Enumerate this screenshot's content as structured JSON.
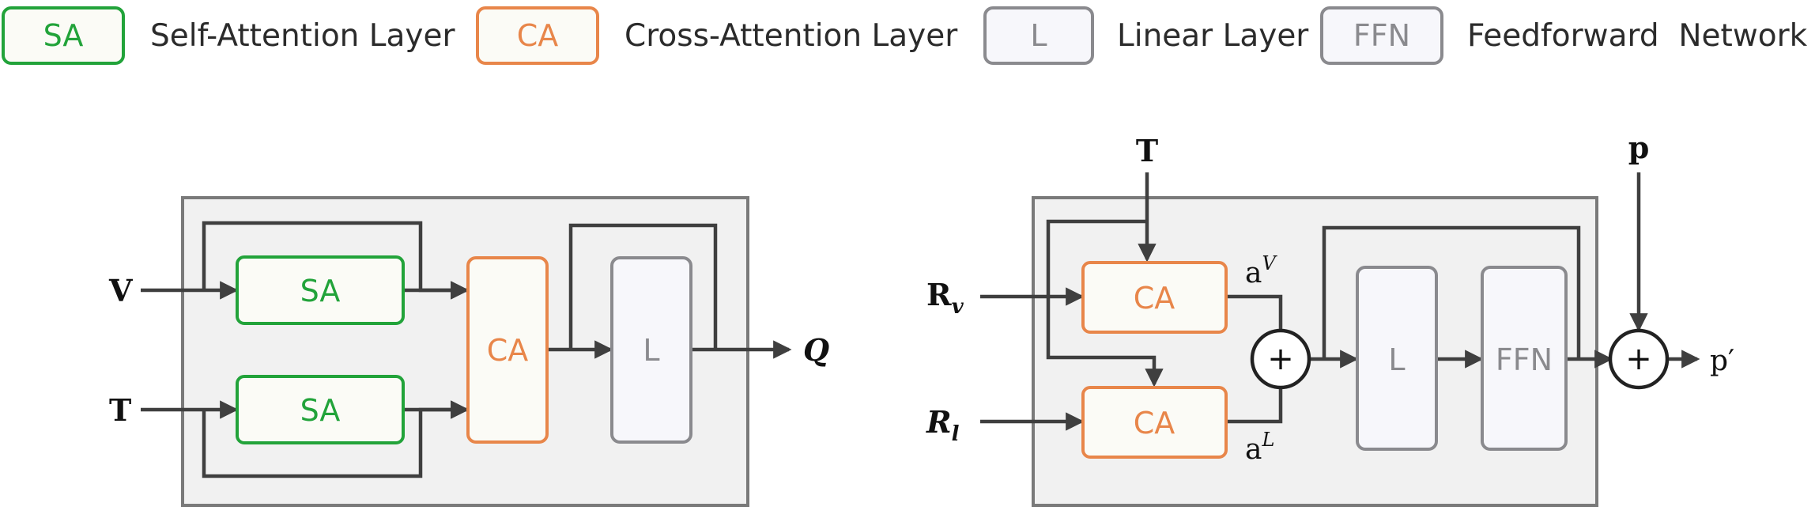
{
  "legend": {
    "sa": {
      "tag": "SA",
      "label": "Self-Attention Layer"
    },
    "ca": {
      "tag": "CA",
      "label": "Cross-Attention Layer"
    },
    "l": {
      "tag": "L",
      "label": "Linear Layer"
    },
    "ffn": {
      "tag": "FFN",
      "label": "Feedforward  Network"
    }
  },
  "left": {
    "input_v": "V",
    "input_t": "T",
    "sa_top": "SA",
    "sa_bottom": "SA",
    "ca": "CA",
    "linear": "L",
    "output": "Q"
  },
  "right": {
    "input_t": "T",
    "input_p": "p",
    "input_rv_base": "R",
    "input_rv_sub": "v",
    "input_rl_base": "R",
    "input_rl_sub": "l",
    "ca_top": "CA",
    "ca_bottom": "CA",
    "av_base": "a",
    "av_sup": "V",
    "al_base": "a",
    "al_sup": "L",
    "plus1": "+",
    "plus2": "+",
    "linear": "L",
    "ffn": "FFN",
    "output": "p′"
  },
  "colors": {
    "sa": "#22a33a",
    "ca": "#e8864a",
    "gray": "#8a8a8e",
    "panel_fill": "#f1f1f1",
    "panel_stroke": "#7a7a7a",
    "wire": "#3f3f3f"
  }
}
